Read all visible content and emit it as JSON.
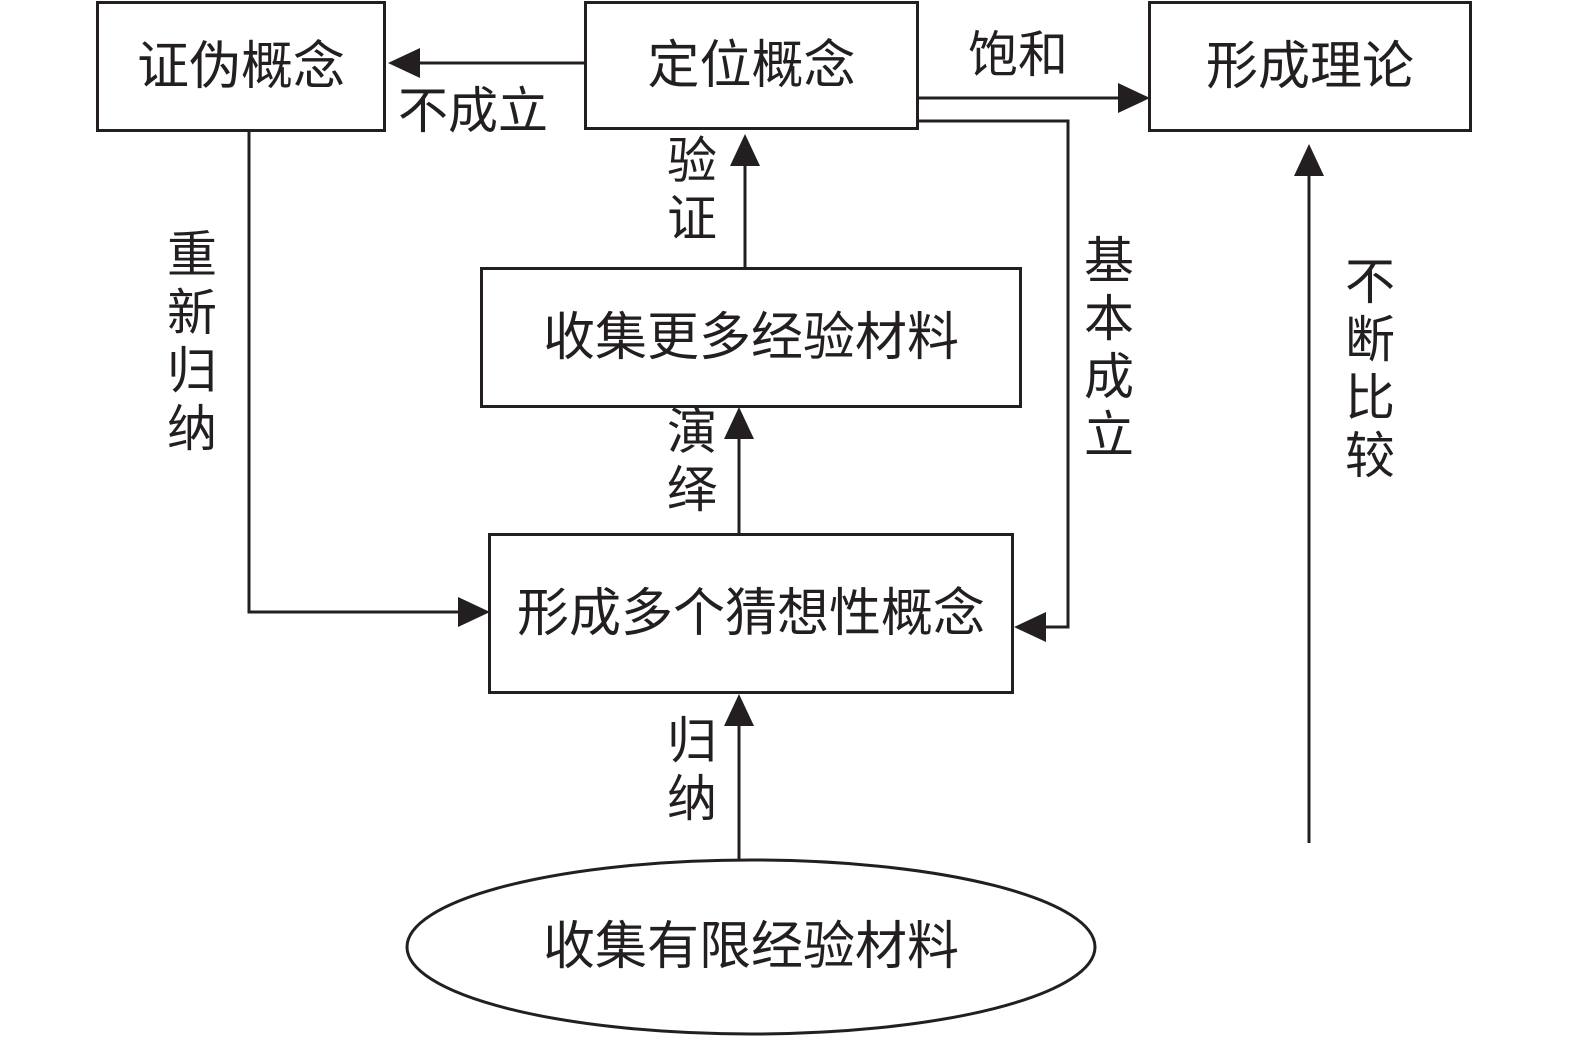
{
  "nodes": {
    "falsify": "证伪概念",
    "position": "定位概念",
    "theory": "形成理论",
    "collect_more": "收集更多经验材料",
    "hypotheses": "形成多个猜想性概念",
    "collect_limited": "收集有限经验材料"
  },
  "edge_labels": {
    "not_established": "不成立",
    "saturation": "饱和",
    "verify": "验证",
    "re_induce": "重新归纳",
    "basically_established": "基本成立",
    "constant_compare": "不断比较",
    "deduce": "演绎",
    "induce": "归纳"
  },
  "colors": {
    "line": "#231f20",
    "background": "#ffffff"
  }
}
